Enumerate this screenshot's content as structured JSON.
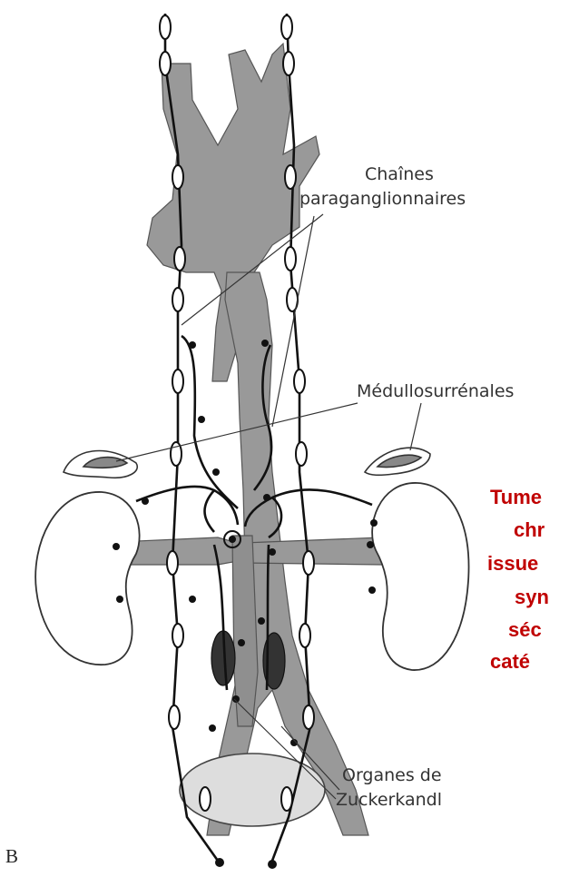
{
  "labels": {
    "chaines_line1": "Chaînes",
    "chaines_line2": "paraganglionnaires",
    "medullo": "Médullosurrénales",
    "organes_line1": "Organes de",
    "organes_line2": "Zuckerkandl",
    "panel_letter": "B"
  },
  "side_text": [
    "Tume",
    "chr",
    "issue",
    "syn",
    "séc",
    "caté"
  ],
  "colors": {
    "vessel": "#999999",
    "nerve": "#111111",
    "accent_text": "#c00000"
  }
}
